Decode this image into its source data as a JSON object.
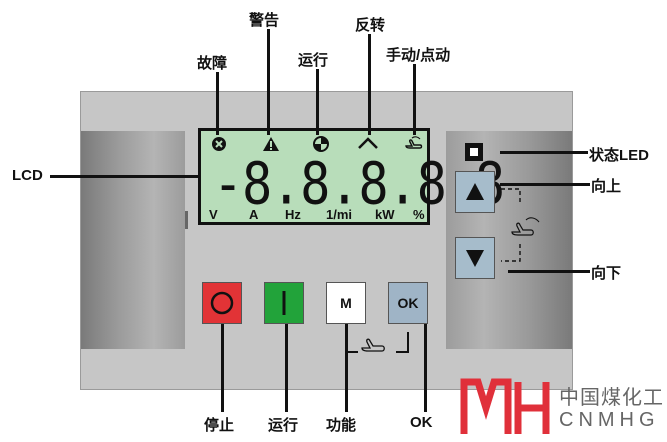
{
  "lcd": {
    "digits": "-8.8.8.8.8",
    "units": [
      "V",
      "A",
      "Hz",
      "1/mi",
      "kW",
      "%"
    ]
  },
  "buttons": {
    "m_label": "M",
    "ok_label": "OK"
  },
  "labels": {
    "fault": "故障",
    "warning": "警告",
    "running_top": "运行",
    "reverse": "反转",
    "hand_jog": "手动/点动",
    "lcd": "LCD",
    "status_led": "状态LED",
    "up": "向上",
    "down": "向下",
    "stop": "停止",
    "run": "运行",
    "function": "功能",
    "ok": "OK"
  },
  "watermark": {
    "cn": "中国煤化工",
    "en": "CNMHG"
  },
  "colors": {
    "lcd_bg": "#b8ddba",
    "stop": "#e23336",
    "run": "#22a33a",
    "m": "#ffffff",
    "ok": "#9fb4c6",
    "arrow": "#a6bccb",
    "panel": "#c6c6c6",
    "watermark_red": "#e0303a"
  },
  "icons": [
    "fault-icon",
    "warning-icon",
    "running-icon",
    "reverse-icon",
    "hand-jog-icon",
    "status-led-icon",
    "arrow-up-icon",
    "arrow-down-icon",
    "hand-icon"
  ]
}
